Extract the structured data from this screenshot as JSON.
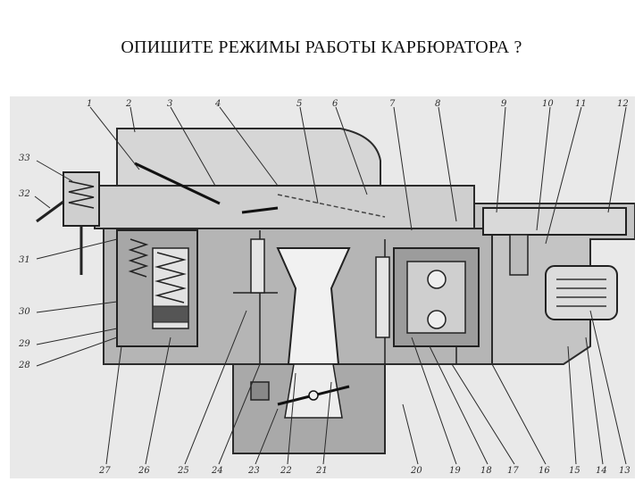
{
  "slide": {
    "title": "ОПИШИТЕ РЕЖИМЫ РАБОТЫ КАРБЮРАТОРА ?"
  },
  "diagram": {
    "top_labels": [
      "1",
      "2",
      "3",
      "4",
      "5",
      "6",
      "7",
      "8",
      "9",
      "10",
      "11",
      "12"
    ],
    "left_labels": [
      "33",
      "32",
      "31",
      "30",
      "29",
      "28"
    ],
    "bottom_labels": [
      "27",
      "26",
      "25",
      "24",
      "23",
      "22",
      "21",
      "20",
      "19",
      "18",
      "17",
      "16",
      "15",
      "14",
      "13"
    ]
  }
}
